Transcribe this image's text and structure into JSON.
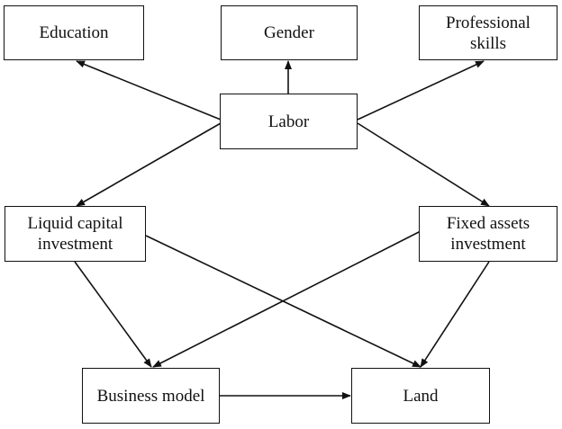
{
  "nodes": {
    "education": {
      "label": "Education"
    },
    "gender": {
      "label": "Gender"
    },
    "professional_skills": {
      "line1": "Professional",
      "line2": "skills"
    },
    "labor": {
      "label": "Labor"
    },
    "liquid_capital": {
      "line1": "Liquid capital",
      "line2": "investment"
    },
    "fixed_assets": {
      "line1": "Fixed assets",
      "line2": "investment"
    },
    "business_model": {
      "label": "Business model"
    },
    "land": {
      "label": "Land"
    }
  },
  "edges": [
    {
      "from": "labor",
      "to": "education"
    },
    {
      "from": "labor",
      "to": "gender"
    },
    {
      "from": "labor",
      "to": "professional_skills"
    },
    {
      "from": "labor",
      "to": "liquid_capital"
    },
    {
      "from": "labor",
      "to": "fixed_assets"
    },
    {
      "from": "liquid_capital",
      "to": "business_model"
    },
    {
      "from": "liquid_capital",
      "to": "land"
    },
    {
      "from": "fixed_assets",
      "to": "business_model"
    },
    {
      "from": "fixed_assets",
      "to": "land"
    },
    {
      "from": "business_model",
      "to": "land"
    }
  ]
}
